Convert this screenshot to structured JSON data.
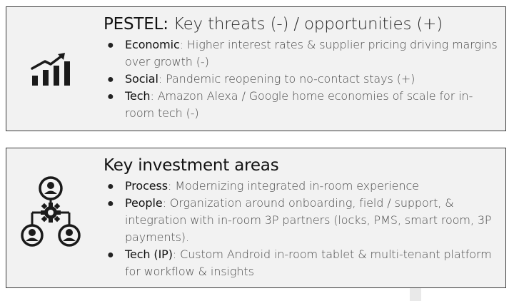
{
  "pestel": {
    "title_key": "PESTEL:",
    "title_rest": " Key threats (-) / opportunities (+)",
    "icon": "growth-chart-icon",
    "items": [
      {
        "key": "Economic",
        "text": ": Higher interest rates & supplier pricing driving margins over growth (-)"
      },
      {
        "key": "Social",
        "text": ": Pandemic reopening to no-contact stays (+)"
      },
      {
        "key": "Tech",
        "text": ": Amazon Alexa / Google home economies of scale for in-room tech (-)"
      }
    ]
  },
  "investment": {
    "title": "Key investment areas",
    "icon": "org-network-icon",
    "items": [
      {
        "key": "Process",
        "text": ": Modernizing integrated in-room experience"
      },
      {
        "key": "People",
        "text": ": Organization around onboarding, field / support, & integration with in-room 3P partners (locks, PMS, smart room, 3P payments)."
      },
      {
        "key": "Tech (IP)",
        "text": ": Custom Android in-room tablet & multi-tenant platform for workflow & insights"
      }
    ]
  },
  "colors": {
    "card_bg": "#f2f2f2",
    "border": "#3a3a3a",
    "icon": "#1a1a1a"
  }
}
